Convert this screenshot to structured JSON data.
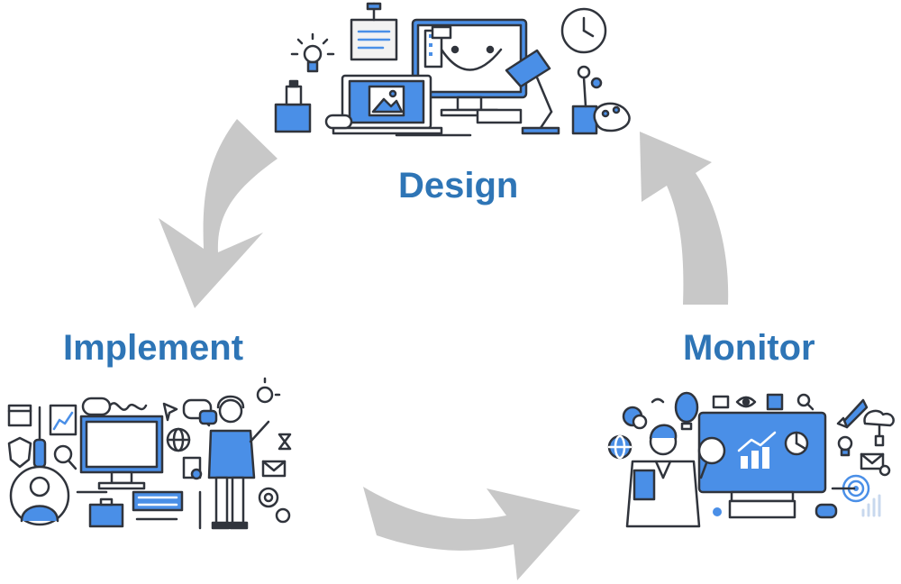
{
  "diagram": {
    "title": "",
    "stages": [
      {
        "id": "design",
        "label": "Design"
      },
      {
        "id": "implement",
        "label": "Implement"
      },
      {
        "id": "monitor",
        "label": "Monitor"
      }
    ],
    "flow": [
      "design",
      "implement",
      "monitor",
      "design"
    ],
    "colors": {
      "label": "#2e75b6",
      "accent_blue": "#4a8fe7",
      "outline": "#30343c",
      "arrow": "#c8c8c8"
    },
    "illustrations": {
      "design": [
        "desk-lamp-icon",
        "monitor-icon",
        "laptop-icon",
        "clock-icon",
        "lightbulb-icon",
        "pushpin-note-icon",
        "paint-palette-icon",
        "paint-bottle-icon"
      ],
      "implement": [
        "desktop-computer-icon",
        "developer-person-icon",
        "keyboard-icon",
        "mouse-icon",
        "gear-icon",
        "wrench-icon",
        "screwdriver-icon",
        "shield-icon",
        "magnifier-icon",
        "globe-icon",
        "briefcase-icon",
        "user-avatar-icon",
        "speech-bubble-icon",
        "chart-icon",
        "hourglass-icon",
        "envelope-icon"
      ],
      "monitor": [
        "analytics-screen-icon",
        "analyst-person-icon",
        "magnifying-glass-icon",
        "rocket-icon",
        "target-icon",
        "globe-icon",
        "hot-air-balloon-icon",
        "envelope-icon",
        "cloud-icon",
        "folder-icon",
        "eye-icon",
        "lightbulb-icon"
      ]
    }
  }
}
